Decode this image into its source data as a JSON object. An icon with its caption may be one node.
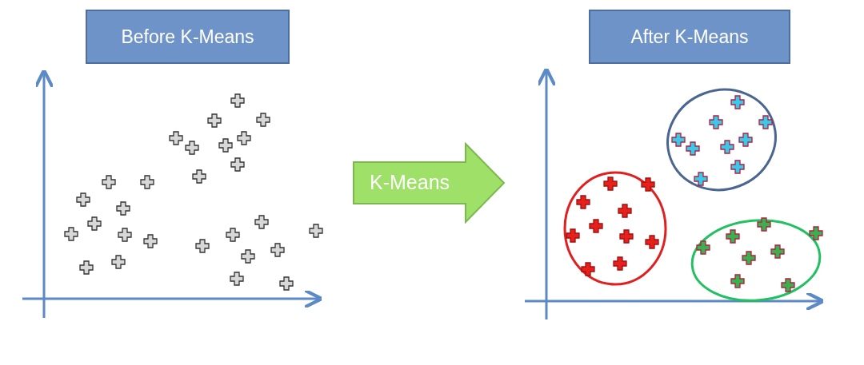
{
  "diagram": {
    "nodes": [
      {
        "text": [
          "Before K-Means"
        ]
      },
      {
        "text": [
          "K-Means"
        ]
      },
      {
        "text": [
          "After K-Means"
        ]
      }
    ]
  }
}
